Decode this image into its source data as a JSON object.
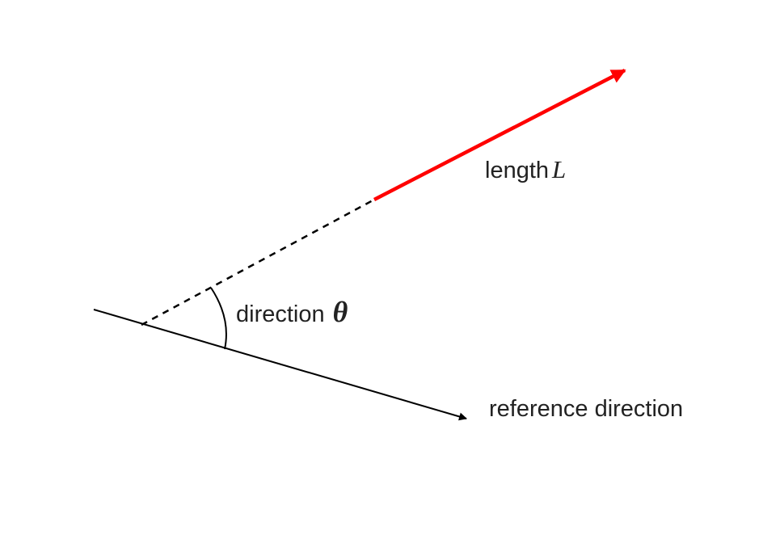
{
  "labels": {
    "length_word": "length",
    "length_symbol": "L",
    "direction_word": "direction",
    "direction_symbol": "θ",
    "reference": "reference direction"
  },
  "colors": {
    "vector": "#ff0000",
    "reference_line": "#000000",
    "dashed_extension": "#000000",
    "angle_arc": "#000000",
    "text": "#222222"
  }
}
